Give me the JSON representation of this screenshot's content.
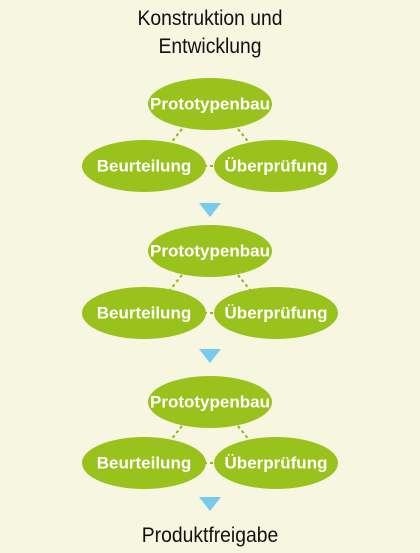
{
  "title_line1": "Konstruktion und",
  "title_line2": "Entwicklung",
  "footer": "Produktfreigabe",
  "colors": {
    "node_fill": "#99c21c",
    "arrow": "#76cbee",
    "background": "#f6f6e1"
  },
  "cycles": [
    {
      "top": "Prototypenbau",
      "left": "Beurteilung",
      "right": "Überprüfung"
    },
    {
      "top": "Prototypenbau",
      "left": "Beurteilung",
      "right": "Überprüfung"
    },
    {
      "top": "Prototypenbau",
      "left": "Beurteilung",
      "right": "Überprüfung"
    }
  ]
}
